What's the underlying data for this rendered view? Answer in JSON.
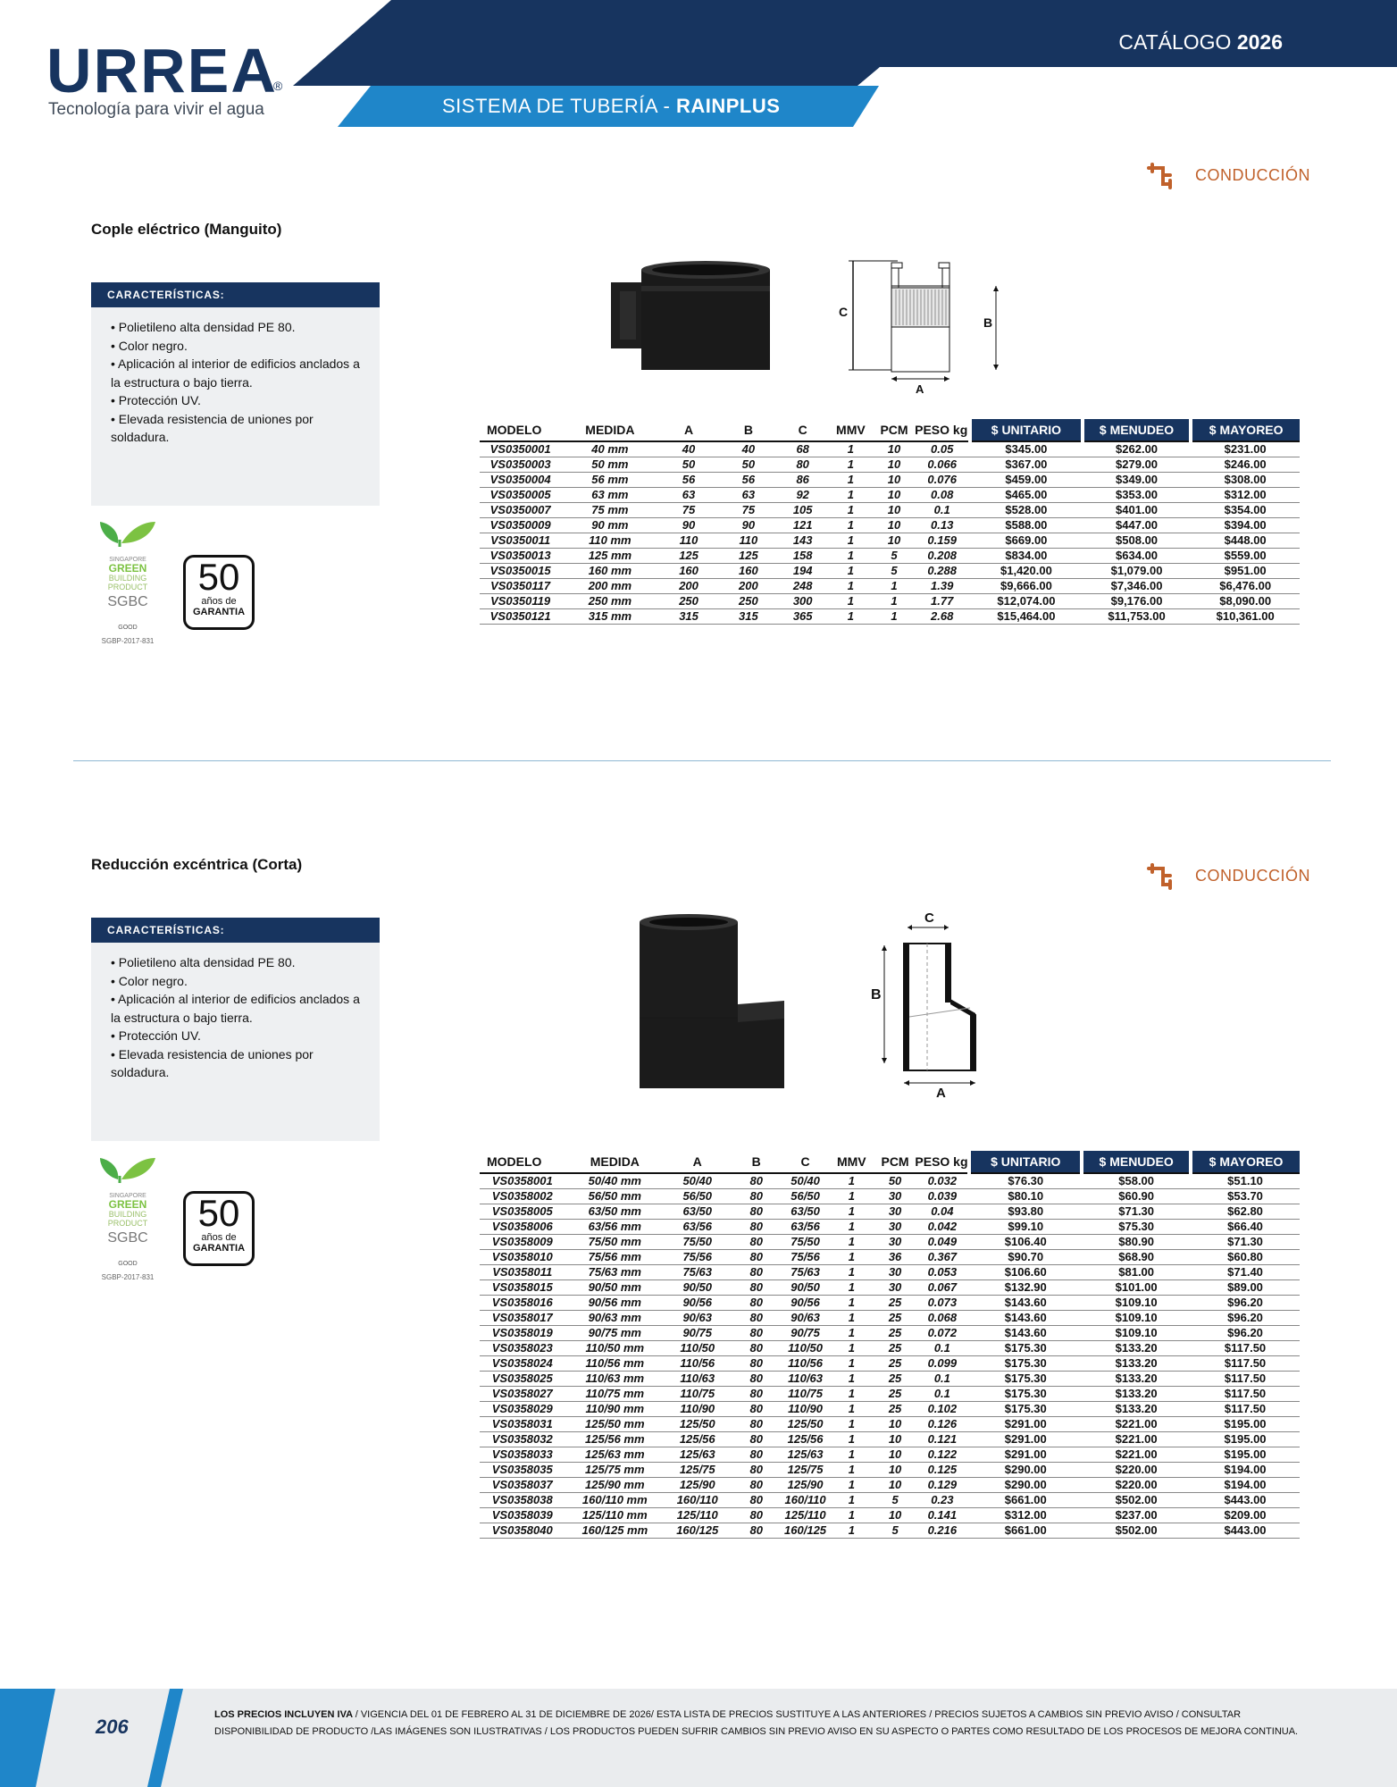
{
  "header": {
    "brand": "URREA",
    "brand_mark": "®",
    "tagline": "Tecnología para vivir el agua",
    "catalog_label": "CATÁLOGO",
    "catalog_year": "2026",
    "system_label": "SISTEMA DE TUBERÍA -",
    "system_name": "RAINPLUS"
  },
  "colors": {
    "navy": "#17345f",
    "blue": "#1f86c9",
    "orange": "#c0612b"
  },
  "sections": [
    {
      "title": "Cople eléctrico (Manguito)",
      "badge": "CONDUCCIÓN",
      "char_title": "CARACTERÍSTICAS:",
      "features": [
        "Polietileno alta densidad PE 80.",
        "Color negro.",
        "Aplicación al interior de edificios anclados a la estructura o bajo tierra.",
        "Protección UV.",
        "Elevada resistencia de uniones por soldadura."
      ],
      "cert": {
        "l1": "SINGAPORE",
        "l2": "GREEN",
        "l3": "BUILDING",
        "l4": "PRODUCT",
        "l5": "SGBC",
        "l6": "GOOD",
        "code": "SGBP-2017-831"
      },
      "warranty": {
        "years": "50",
        "text1": "años de",
        "text2": "GARANTIA"
      },
      "diagram": {
        "a": "A",
        "b": "B",
        "c": "C"
      },
      "headers": [
        "MODELO",
        "MEDIDA",
        "A",
        "B",
        "C",
        "MMV",
        "PCM",
        "PESO kg",
        "$ UNITARIO",
        "$ MENUDEO",
        "$ MAYOREO"
      ],
      "rows": [
        [
          "VS0350001",
          "40 mm",
          "40",
          "40",
          "68",
          "1",
          "10",
          "0.05",
          "$345.00",
          "$262.00",
          "$231.00"
        ],
        [
          "VS0350003",
          "50 mm",
          "50",
          "50",
          "80",
          "1",
          "10",
          "0.066",
          "$367.00",
          "$279.00",
          "$246.00"
        ],
        [
          "VS0350004",
          "56 mm",
          "56",
          "56",
          "86",
          "1",
          "10",
          "0.076",
          "$459.00",
          "$349.00",
          "$308.00"
        ],
        [
          "VS0350005",
          "63 mm",
          "63",
          "63",
          "92",
          "1",
          "10",
          "0.08",
          "$465.00",
          "$353.00",
          "$312.00"
        ],
        [
          "VS0350007",
          "75 mm",
          "75",
          "75",
          "105",
          "1",
          "10",
          "0.1",
          "$528.00",
          "$401.00",
          "$354.00"
        ],
        [
          "VS0350009",
          "90 mm",
          "90",
          "90",
          "121",
          "1",
          "10",
          "0.13",
          "$588.00",
          "$447.00",
          "$394.00"
        ],
        [
          "VS0350011",
          "110 mm",
          "110",
          "110",
          "143",
          "1",
          "10",
          "0.159",
          "$669.00",
          "$508.00",
          "$448.00"
        ],
        [
          "VS0350013",
          "125 mm",
          "125",
          "125",
          "158",
          "1",
          "5",
          "0.208",
          "$834.00",
          "$634.00",
          "$559.00"
        ],
        [
          "VS0350015",
          "160 mm",
          "160",
          "160",
          "194",
          "1",
          "5",
          "0.288",
          "$1,420.00",
          "$1,079.00",
          "$951.00"
        ],
        [
          "VS0350117",
          "200 mm",
          "200",
          "200",
          "248",
          "1",
          "1",
          "1.39",
          "$9,666.00",
          "$7,346.00",
          "$6,476.00"
        ],
        [
          "VS0350119",
          "250 mm",
          "250",
          "250",
          "300",
          "1",
          "1",
          "1.77",
          "$12,074.00",
          "$9,176.00",
          "$8,090.00"
        ],
        [
          "VS0350121",
          "315 mm",
          "315",
          "315",
          "365",
          "1",
          "1",
          "2.68",
          "$15,464.00",
          "$11,753.00",
          "$10,361.00"
        ]
      ]
    },
    {
      "title": "Reducción excéntrica (Corta)",
      "badge": "CONDUCCIÓN",
      "char_title": "CARACTERÍSTICAS:",
      "features": [
        "Polietileno alta densidad PE 80.",
        "Color negro.",
        "Aplicación al interior de edificios anclados a la estructura o bajo tierra.",
        "Protección UV.",
        "Elevada resistencia de uniones por soldadura."
      ],
      "cert": {
        "l1": "SINGAPORE",
        "l2": "GREEN",
        "l3": "BUILDING",
        "l4": "PRODUCT",
        "l5": "SGBC",
        "l6": "GOOD",
        "code": "SGBP-2017-831"
      },
      "warranty": {
        "years": "50",
        "text1": "años de",
        "text2": "GARANTIA"
      },
      "diagram": {
        "a": "A",
        "b": "B",
        "c": "C"
      },
      "headers": [
        "MODELO",
        "MEDIDA",
        "A",
        "B",
        "C",
        "MMV",
        "PCM",
        "PESO kg",
        "$ UNITARIO",
        "$ MENUDEO",
        "$ MAYOREO"
      ],
      "rows": [
        [
          "VS0358001",
          "50/40 mm",
          "50/40",
          "80",
          "50/40",
          "1",
          "50",
          "0.032",
          "$76.30",
          "$58.00",
          "$51.10"
        ],
        [
          "VS0358002",
          "56/50 mm",
          "56/50",
          "80",
          "56/50",
          "1",
          "30",
          "0.039",
          "$80.10",
          "$60.90",
          "$53.70"
        ],
        [
          "VS0358005",
          "63/50 mm",
          "63/50",
          "80",
          "63/50",
          "1",
          "30",
          "0.04",
          "$93.80",
          "$71.30",
          "$62.80"
        ],
        [
          "VS0358006",
          "63/56 mm",
          "63/56",
          "80",
          "63/56",
          "1",
          "30",
          "0.042",
          "$99.10",
          "$75.30",
          "$66.40"
        ],
        [
          "VS0358009",
          "75/50 mm",
          "75/50",
          "80",
          "75/50",
          "1",
          "30",
          "0.049",
          "$106.40",
          "$80.90",
          "$71.30"
        ],
        [
          "VS0358010",
          "75/56 mm",
          "75/56",
          "80",
          "75/56",
          "1",
          "36",
          "0.367",
          "$90.70",
          "$68.90",
          "$60.80"
        ],
        [
          "VS0358011",
          "75/63 mm",
          "75/63",
          "80",
          "75/63",
          "1",
          "30",
          "0.053",
          "$106.60",
          "$81.00",
          "$71.40"
        ],
        [
          "VS0358015",
          "90/50 mm",
          "90/50",
          "80",
          "90/50",
          "1",
          "30",
          "0.067",
          "$132.90",
          "$101.00",
          "$89.00"
        ],
        [
          "VS0358016",
          "90/56 mm",
          "90/56",
          "80",
          "90/56",
          "1",
          "25",
          "0.073",
          "$143.60",
          "$109.10",
          "$96.20"
        ],
        [
          "VS0358017",
          "90/63 mm",
          "90/63",
          "80",
          "90/63",
          "1",
          "25",
          "0.068",
          "$143.60",
          "$109.10",
          "$96.20"
        ],
        [
          "VS0358019",
          "90/75 mm",
          "90/75",
          "80",
          "90/75",
          "1",
          "25",
          "0.072",
          "$143.60",
          "$109.10",
          "$96.20"
        ],
        [
          "VS0358023",
          "110/50 mm",
          "110/50",
          "80",
          "110/50",
          "1",
          "25",
          "0.1",
          "$175.30",
          "$133.20",
          "$117.50"
        ],
        [
          "VS0358024",
          "110/56 mm",
          "110/56",
          "80",
          "110/56",
          "1",
          "25",
          "0.099",
          "$175.30",
          "$133.20",
          "$117.50"
        ],
        [
          "VS0358025",
          "110/63 mm",
          "110/63",
          "80",
          "110/63",
          "1",
          "25",
          "0.1",
          "$175.30",
          "$133.20",
          "$117.50"
        ],
        [
          "VS0358027",
          "110/75 mm",
          "110/75",
          "80",
          "110/75",
          "1",
          "25",
          "0.1",
          "$175.30",
          "$133.20",
          "$117.50"
        ],
        [
          "VS0358029",
          "110/90 mm",
          "110/90",
          "80",
          "110/90",
          "1",
          "25",
          "0.102",
          "$175.30",
          "$133.20",
          "$117.50"
        ],
        [
          "VS0358031",
          "125/50 mm",
          "125/50",
          "80",
          "125/50",
          "1",
          "10",
          "0.126",
          "$291.00",
          "$221.00",
          "$195.00"
        ],
        [
          "VS0358032",
          "125/56 mm",
          "125/56",
          "80",
          "125/56",
          "1",
          "10",
          "0.121",
          "$291.00",
          "$221.00",
          "$195.00"
        ],
        [
          "VS0358033",
          "125/63 mm",
          "125/63",
          "80",
          "125/63",
          "1",
          "10",
          "0.122",
          "$291.00",
          "$221.00",
          "$195.00"
        ],
        [
          "VS0358035",
          "125/75 mm",
          "125/75",
          "80",
          "125/75",
          "1",
          "10",
          "0.125",
          "$290.00",
          "$220.00",
          "$194.00"
        ],
        [
          "VS0358037",
          "125/90 mm",
          "125/90",
          "80",
          "125/90",
          "1",
          "10",
          "0.129",
          "$290.00",
          "$220.00",
          "$194.00"
        ],
        [
          "VS0358038",
          "160/110 mm",
          "160/110",
          "80",
          "160/110",
          "1",
          "5",
          "0.23",
          "$661.00",
          "$502.00",
          "$443.00"
        ],
        [
          "VS0358039",
          "125/110 mm",
          "125/110",
          "80",
          "125/110",
          "1",
          "10",
          "0.141",
          "$312.00",
          "$237.00",
          "$209.00"
        ],
        [
          "VS0358040",
          "160/125 mm",
          "160/125",
          "80",
          "160/125",
          "1",
          "5",
          "0.216",
          "$661.00",
          "$502.00",
          "$443.00"
        ]
      ]
    }
  ],
  "footer": {
    "page": "206",
    "bold_lead": "LOS PRECIOS INCLUYEN IVA",
    "text": "/ VIGENCIA DEL 01 DE FEBRERO AL 31 DE DICIEMBRE DE 2026/ ESTA LISTA DE PRECIOS SUSTITUYE A LAS ANTERIORES / PRECIOS SUJETOS A CAMBIOS SIN PREVIO AVISO / CONSULTAR DISPONIBILIDAD DE PRODUCTO /LAS IMÁGENES SON ILUSTRATIVAS / LOS PRODUCTOS PUEDEN SUFRIR CAMBIOS SIN PREVIO AVISO EN SU ASPECTO O PARTES COMO RESULTADO DE LOS PROCESOS DE MEJORA CONTINUA."
  }
}
